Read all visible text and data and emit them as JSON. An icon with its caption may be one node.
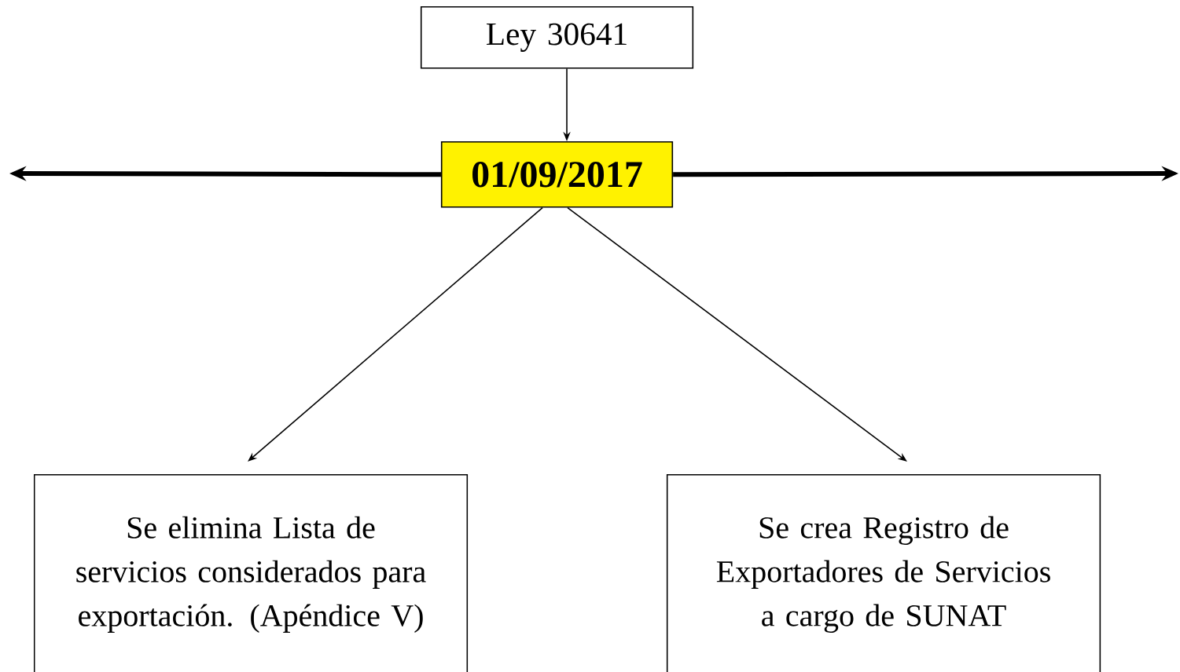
{
  "diagram": {
    "nodes": [
      {
        "text": [
          "Ley 30641"
        ]
      },
      {
        "text": [
          "01/09/2017"
        ]
      },
      {
        "text": [
          "Se elimina Lista de servicios considerados para exportación. (Apéndice V)"
        ]
      },
      {
        "text": [
          "Se crea Registro de Exportadores de Servicios a cargo de SUNAT"
        ]
      }
    ],
    "edges": [
      {
        "from": 0,
        "to": 1,
        "arrow": "to"
      },
      {
        "from": 1,
        "to": null,
        "arrow": "to",
        "style": "thick"
      },
      {
        "from": 1,
        "to": null,
        "arrow": "to",
        "style": "thick"
      },
      {
        "from": 1,
        "to": 2,
        "arrow": "to"
      },
      {
        "from": 1,
        "to": 3,
        "arrow": "to"
      }
    ]
  }
}
